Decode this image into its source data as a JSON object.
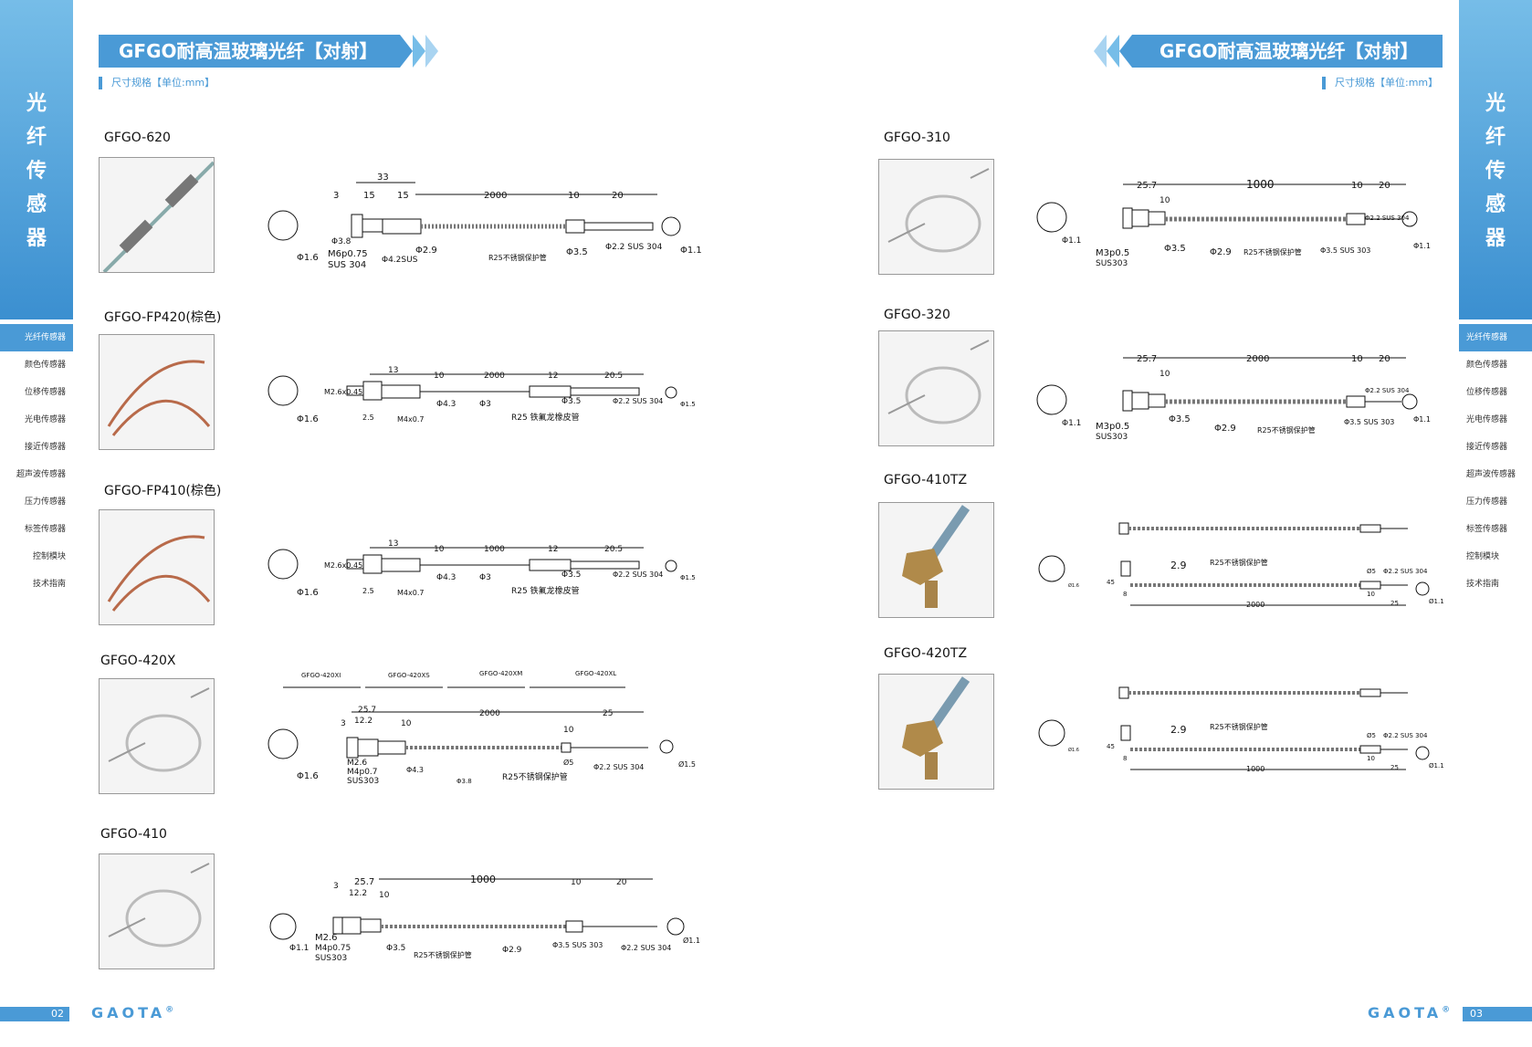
{
  "side": {
    "vertical_title": [
      "光",
      "纤",
      "传",
      "感",
      "器"
    ],
    "menu": [
      "光纤传感器",
      "颜色传感器",
      "位移传感器",
      "光电传感器",
      "接近传感器",
      "超声波传感器",
      "压力传感器",
      "标签传感器",
      "控制模块",
      "技术指南"
    ]
  },
  "header": {
    "title": "GFGO耐高温玻璃光纤【对射】",
    "subtitle": "尺寸规格【单位:mm】"
  },
  "footer": {
    "logo": "GAOTA",
    "reg": "®",
    "page_left": "02",
    "page_right": "03"
  },
  "products": {
    "p620": {
      "name": "GFGO-620",
      "dims": [
        "33",
        "3",
        "15",
        "15",
        "2000",
        "10",
        "20"
      ],
      "labels": [
        "Φ3.8",
        "M6p0.75",
        "SUS 304",
        "Φ4.2SUS",
        "Φ2.9",
        "R25不锈钢保护管",
        "Φ3.5",
        "Φ2.2 SUS 304",
        "Φ1.1",
        "Φ1.6"
      ]
    },
    "pfp420": {
      "name": "GFGO-FP420(棕色)",
      "dims": [
        "13",
        "10",
        "2000",
        "12",
        "20.5",
        "2.5"
      ],
      "labels": [
        "M2.6x0.45",
        "Φ4.3",
        "Φ3",
        "Φ3.5",
        "Φ2.2 SUS 304",
        "M4x0.7",
        "R25 铁氟龙橡皮管",
        "Φ1.5",
        "Φ1.6"
      ]
    },
    "pfp410": {
      "name": "GFGO-FP410(棕色)",
      "dims": [
        "13",
        "10",
        "1000",
        "12",
        "20.5",
        "2.5"
      ],
      "labels": [
        "M2.6x0.45",
        "Φ4.3",
        "Φ3",
        "Φ3.5",
        "Φ2.2 SUS 304",
        "M4x0.7",
        "R25 铁氟龙橡皮管",
        "Φ1.5",
        "Φ1.6"
      ]
    },
    "p420x": {
      "name": "GFGO-420X",
      "variants": [
        "GFGO-420XI",
        "GFGO-420XS",
        "GFGO-420XM",
        "GFGO-420XL"
      ],
      "dims": [
        "25.7",
        "3",
        "12.2",
        "10",
        "2000",
        "10",
        "25"
      ],
      "labels": [
        "M2.6",
        "M4p0.7",
        "SUS303",
        "Φ4.3",
        "Φ3.8",
        "R25不锈钢保护管",
        "Ø5",
        "Φ2.2 SUS 304",
        "Ø1.5",
        "Φ1.6"
      ]
    },
    "p410": {
      "name": "GFGO-410",
      "dims": [
        "25.7",
        "3",
        "12.2",
        "10",
        "1000",
        "10",
        "20"
      ],
      "labels": [
        "M2.6",
        "M4p0.75",
        "SUS303",
        "Φ3.5",
        "R25不锈钢保护管",
        "Φ2.9",
        "Φ3.5 SUS 303",
        "Φ2.2 SUS 304",
        "Ø1.1",
        "Φ1.1"
      ]
    },
    "p310": {
      "name": "GFGO-310",
      "dims": [
        "25.7",
        "10",
        "1000",
        "10",
        "20"
      ],
      "labels": [
        "Φ1.1",
        "M3p0.5",
        "SUS303",
        "Φ3.5",
        "Φ2.9",
        "R25不锈钢保护管",
        "Φ3.5 SUS 303",
        "Φ2.2 SUS 304",
        "Φ1.1"
      ]
    },
    "p320": {
      "name": "GFGO-320",
      "dims": [
        "25.7",
        "10",
        "2000",
        "10",
        "20"
      ],
      "labels": [
        "Φ1.1",
        "M3p0.5",
        "SUS303",
        "Φ3.5",
        "Φ2.9",
        "R25不锈钢保护管",
        "Φ3.5 SUS 303",
        "Φ2.2 SUS 304",
        "Φ1.1"
      ]
    },
    "p410tz": {
      "name": "GFGO-410TZ",
      "dims": [
        "2.9",
        "2000",
        "10",
        "25",
        "45",
        "8"
      ],
      "labels": [
        "R25不锈钢保护管",
        "Ø5",
        "Φ2.2 SUS 304",
        "Ø1.1",
        "Ø1.6"
      ]
    },
    "p420tz": {
      "name": "GFGO-420TZ",
      "dims": [
        "2.9",
        "1000",
        "10",
        "25",
        "45",
        "8"
      ],
      "labels": [
        "R25不锈钢保护管",
        "Ø5",
        "Φ2.2 SUS 304",
        "Ø1.1",
        "Ø1.6"
      ]
    }
  },
  "colors": {
    "accent": "#4a9ad6",
    "accent_light": "#76bde8"
  }
}
